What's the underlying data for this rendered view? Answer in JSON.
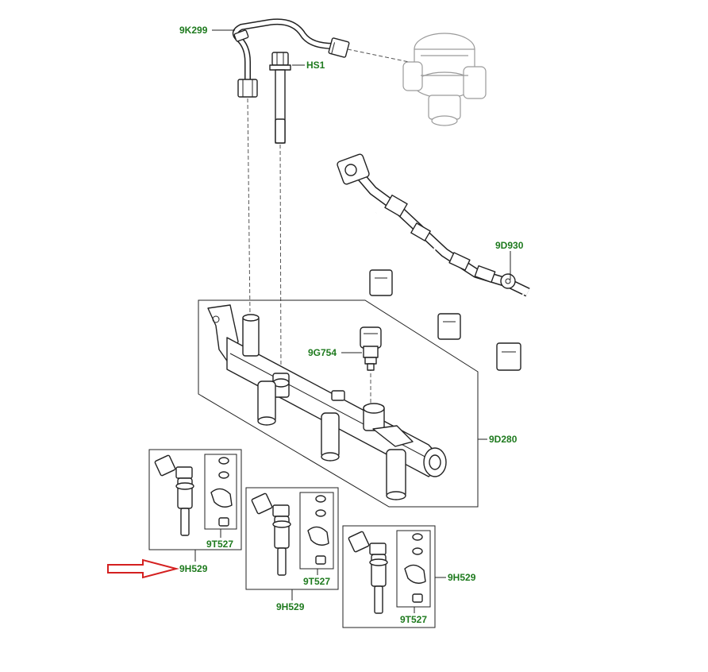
{
  "labels": {
    "fuel_pipe": "9K299",
    "bolt": "HS1",
    "wiring_harness": "9D930",
    "pressure_sensor": "9G754",
    "fuel_rail": "9D280",
    "injector_kit_1": "9H529",
    "seal_kit_1": "9T527",
    "injector_kit_2": "9H529",
    "seal_kit_2": "9T527",
    "injector_kit_3": "9H529",
    "seal_kit_3": "9T527"
  },
  "colors": {
    "label_text": "#1e7a1e",
    "highlight_arrow": "#d42020",
    "line": "#222222"
  }
}
